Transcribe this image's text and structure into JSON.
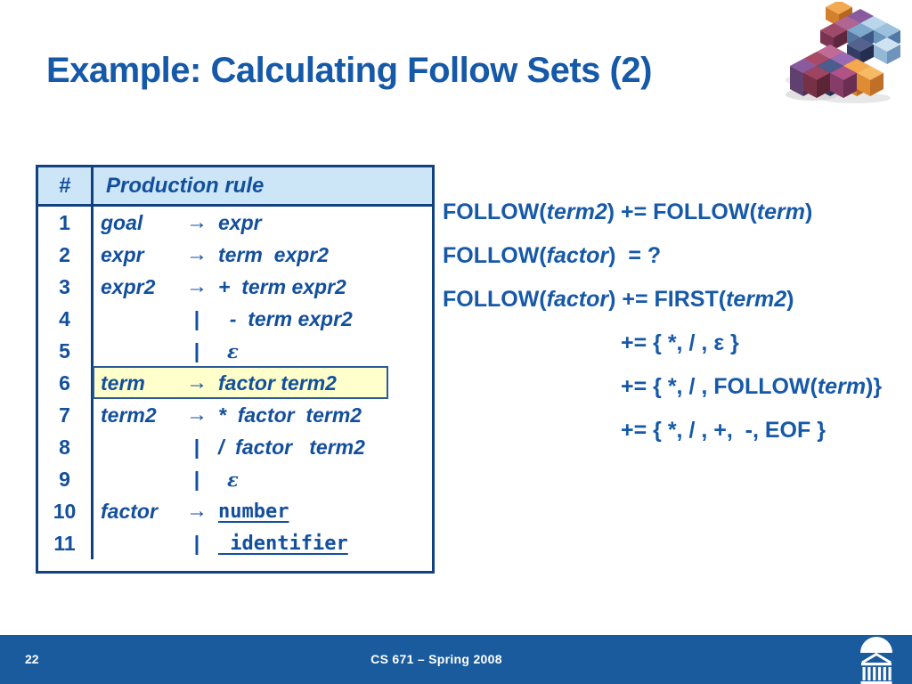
{
  "slide": {
    "title": "Example: Calculating Follow Sets (2)",
    "footer": {
      "page": "22",
      "course": "CS 671 – Spring 2008"
    }
  },
  "table": {
    "headers": {
      "num": "#",
      "rule": "Production rule"
    },
    "rows": [
      {
        "num": "1",
        "lhs": "goal",
        "op": "→",
        "rhs": "expr"
      },
      {
        "num": "2",
        "lhs": "expr",
        "op": "→",
        "rhs": "term  expr2"
      },
      {
        "num": "3",
        "lhs": "expr2",
        "op": "→",
        "rhs": "+  term expr2"
      },
      {
        "num": "4",
        "lhs": "",
        "op": "|",
        "rhs": "  -  term expr2"
      },
      {
        "num": "5",
        "lhs": "",
        "op": "|",
        "rhs": "ε"
      },
      {
        "num": "6",
        "lhs": "term",
        "op": "→",
        "rhs": "factor term2",
        "highlight": true
      },
      {
        "num": "7",
        "lhs": "term2",
        "op": "→",
        "rhs": "*  factor  term2"
      },
      {
        "num": "8",
        "lhs": "",
        "op": "|",
        "rhs": "/  factor   term2"
      },
      {
        "num": "9",
        "lhs": "",
        "op": "|",
        "rhs": "ε"
      },
      {
        "num": "10",
        "lhs": "factor",
        "op": "→",
        "rhs": "number",
        "mono": true
      },
      {
        "num": "11",
        "lhs": "",
        "op": "|",
        "rhs": " identifier",
        "mono": true
      }
    ]
  },
  "follow": {
    "lines": [
      {
        "p1": "FOLLOW(",
        "i1": "term2",
        "p2": ") += FOLLOW(",
        "i2": "term",
        "p3": ")"
      },
      {
        "p1": "FOLLOW(",
        "i1": "factor",
        "p2": ")  = ?"
      },
      {
        "p1": "FOLLOW(",
        "i1": "factor",
        "p2": ") += FIRST(",
        "i2": "term2",
        "p3": ")"
      },
      {
        "p1": "+= { *, / , ε }"
      },
      {
        "p1": "+= { *, / , FOLLOW(",
        "i1": "term",
        "p2": ")}"
      },
      {
        "p1": "+= { *, / , +,  -, EOF }"
      }
    ]
  },
  "colors": {
    "title_blue": "#1659a8",
    "table_text_blue": "#124f9c",
    "table_border_navy": "#11427f",
    "header_bg": "#cde6f7",
    "highlight_bg": "#ffffcc",
    "footer_bar_blue": "#1a5b9e"
  }
}
